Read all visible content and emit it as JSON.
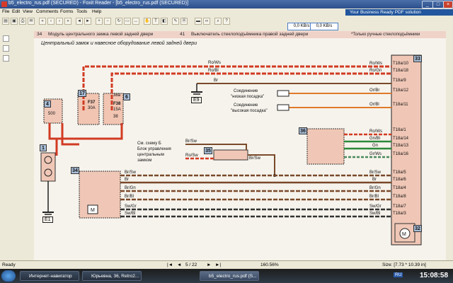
{
  "window": {
    "title": "b5_electro_rus.pdf (SECURED) - Foxit Reader - [b5_electro_rus.pdf (SECURED)]"
  },
  "menu": {
    "items": [
      "File",
      "Edit",
      "View",
      "Comments",
      "Forms",
      "Tools",
      "Help"
    ],
    "promo": "Your Business Ready PDF solution"
  },
  "toolbar": {
    "kb1": "0,0 KB/s",
    "kb2": "0,0 KB/s"
  },
  "document": {
    "header_row1": {
      "n1": "34",
      "t1": "Модуль центрального замка левой задней двери",
      "n2": "41",
      "t2": "Выключатель стеклоподъёмника правой задней двери",
      "note": "*Только ручные стеклоподъёмники"
    },
    "title": "Центральный замок и навесное оборудование левой задней двери",
    "fuses": {
      "f37": "F37",
      "f37a": "30A",
      "f38": "F38",
      "f38a": "15A",
      "c38a": "38a",
      "c38": "38"
    },
    "comp4": "500",
    "tags": {
      "t4": "4",
      "t17": "17",
      "t6": "6",
      "t1": "1",
      "t34": "34",
      "t35": "35",
      "t36": "36",
      "t33": "33",
      "t32": "32"
    },
    "grounds": {
      "e9": "E9",
      "e1": "E1"
    },
    "left_wires": {
      "w1": "Ro/Ws",
      "w2": "Ro/Bl",
      "w3": "Br",
      "w4": "Br/Sw",
      "w5": "Br",
      "w6": "Br/Gn",
      "w7": "Br/Bl",
      "w8": "Sw/Gr",
      "w9": "Sw/Bl"
    },
    "right_wires": {
      "r1": "Ro/Ws",
      "r2": "Ro/Gn",
      "r3": "Or/Br",
      "r4": "Or/Bl",
      "r5": "Ro/Ws",
      "r6": "Gn/Bl",
      "r7": "Gn",
      "r8": "Gr/Ws",
      "r9": "Br/Sw",
      "r10": "Br",
      "r11": "Br/Gn",
      "r12": "Br/Bl",
      "r13": "Sw/Gr",
      "r14": "Sw/Bl"
    },
    "terminals": [
      "T18a/10",
      "T18a/18",
      "T18a/9",
      "T18a/12",
      "T18a/11",
      "T18a/1",
      "T18a/14",
      "T18a/13",
      "T18a/16",
      "T18a/5",
      "T18a/6",
      "T18a/4",
      "T18a/8",
      "T18a/7",
      "T18a/3"
    ],
    "connections": {
      "c1": "Соединение",
      "c1b": "\"низкая посадка\"",
      "c2": "Соединение",
      "c2b": "\"высокая посадка\""
    },
    "see_note": [
      "См. схему Б",
      "Блок управления",
      "центральным",
      "замком"
    ],
    "mid_wires": {
      "m1": "Br/Sw",
      "m2": "Ro/Sw",
      "m3": "Br/Sw"
    }
  },
  "status": {
    "ready": "Ready",
    "page": "5 / 22",
    "zoom": "160.56%",
    "size": "Size: [7.73 * 10.39 in]"
  },
  "taskbar": {
    "t1": "Интернет-навигатор",
    "t2": "Юрьевна, 36, Retro2...",
    "t3": "b5_electro_rus.pdf (S...",
    "lang": "RU",
    "clock": "15:08:58"
  }
}
